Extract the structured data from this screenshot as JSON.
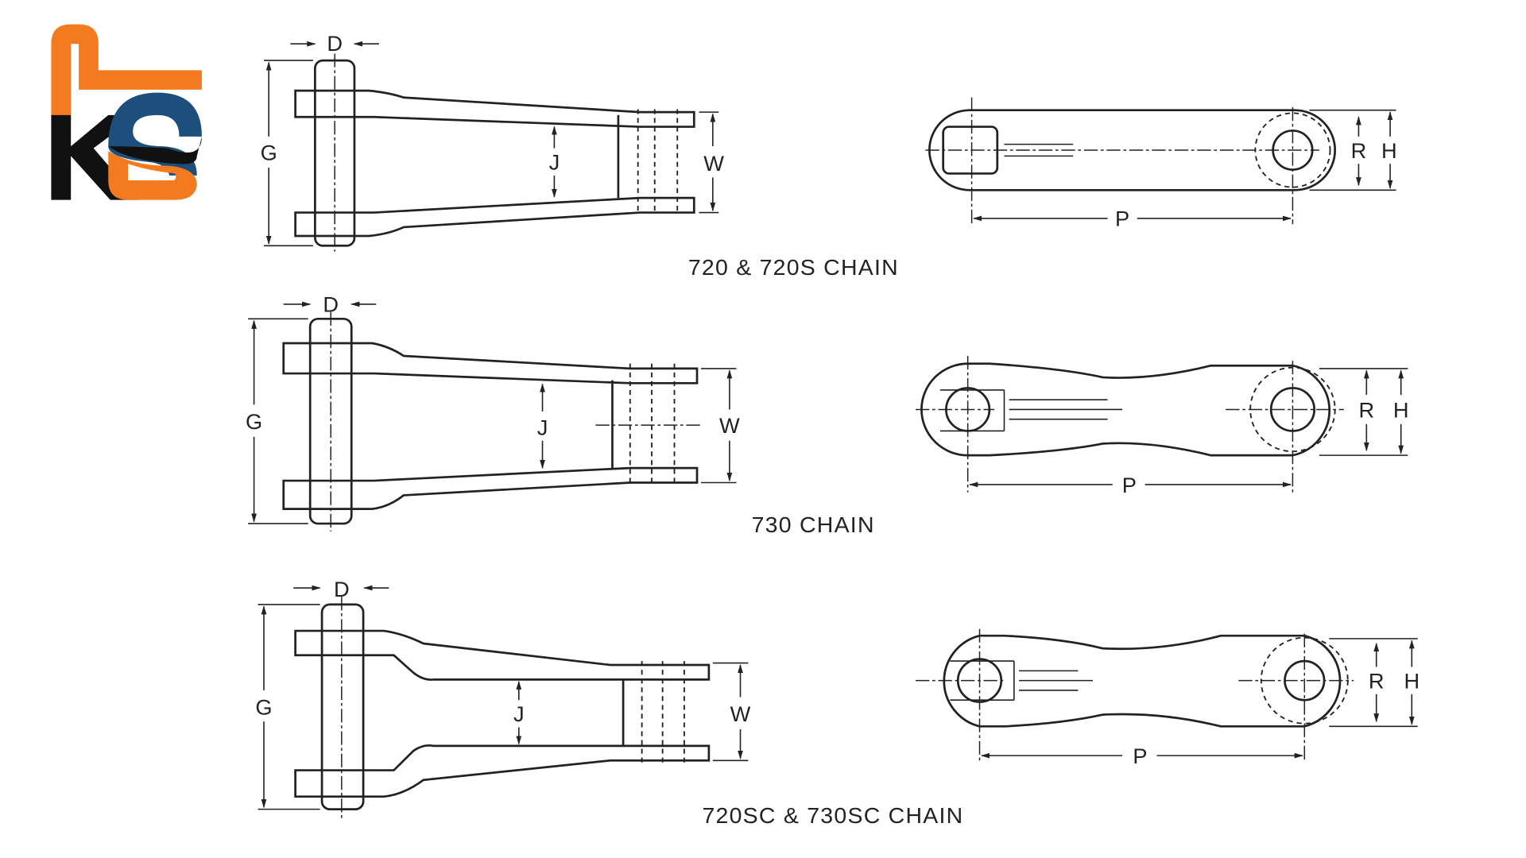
{
  "logo": {
    "text": "KS",
    "colors": {
      "orange": "#f47a20",
      "blue": "#1d4f7c",
      "black": "#111111"
    }
  },
  "diagrams": [
    {
      "caption": "720 & 720S CHAIN",
      "side_labels": {
        "d": "D",
        "g": "G",
        "j": "J",
        "w": "W"
      },
      "link_labels": {
        "r": "R",
        "h": "H",
        "p": "P"
      }
    },
    {
      "caption": "730 CHAIN",
      "side_labels": {
        "d": "D",
        "g": "G",
        "j": "J",
        "w": "W"
      },
      "link_labels": {
        "r": "R",
        "h": "H",
        "p": "P"
      }
    },
    {
      "caption": "720SC & 730SC CHAIN",
      "side_labels": {
        "d": "D",
        "g": "G",
        "j": "J",
        "w": "W"
      },
      "link_labels": {
        "r": "R",
        "h": "H",
        "p": "P"
      }
    }
  ]
}
